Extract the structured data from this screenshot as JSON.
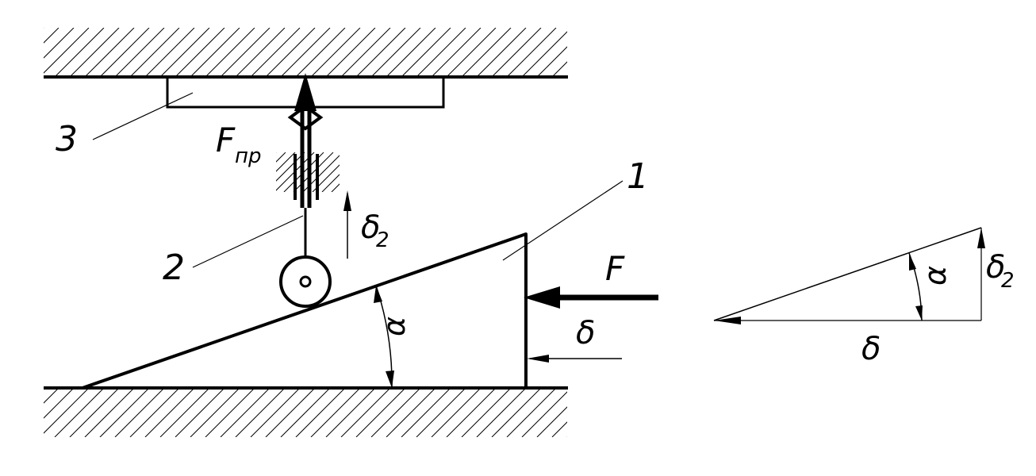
{
  "labels": {
    "part_1": "1",
    "part_2": "2",
    "part_3": "3",
    "force_F": "F",
    "spring_force": "F",
    "spring_force_sub": "пр",
    "displacement": "δ",
    "displacement_2": "δ",
    "displacement_2_sub": "2",
    "angle": "α",
    "triangle_displacement": "δ",
    "triangle_displacement_2": "δ",
    "triangle_displacement_2_sub": "2",
    "triangle_angle": "α"
  },
  "colors": {
    "line": "#000000",
    "background": "#ffffff"
  }
}
